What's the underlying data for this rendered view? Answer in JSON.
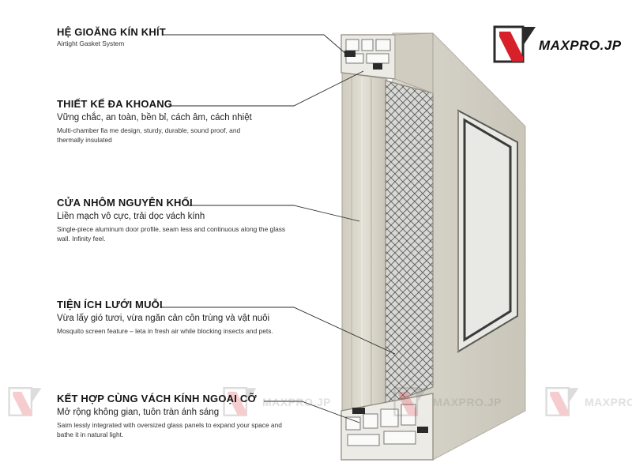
{
  "brand": {
    "name": "MAXPRO.JP",
    "accent_color": "#d8202a"
  },
  "watermarks": {
    "label": "MAXPRO.JP"
  },
  "features": [
    {
      "title": "HỆ GIOĂNG KÍN KHÍT",
      "subtitle": "",
      "description": "Airtight Gasket System"
    },
    {
      "title": "THIẾT KẾ ĐA KHOANG",
      "subtitle": "Vững chắc, an toàn, bền bỉ, cách âm, cách nhiệt",
      "description": "Multi-chamber fia me design, sturdy, durable, sound proof, and thermally insulated"
    },
    {
      "title": "CỬA NHÔM NGUYÊN KHỐI",
      "subtitle": "Liền mạch vô cực, trải dọc vách kính",
      "description": "Single-piece aluminum door profile, seam less and continuous along the glass wall. Infinity feel."
    },
    {
      "title": "TIỆN ÍCH LƯỚI MUỖI",
      "subtitle": "Vừa lấy gió tươi, vừa ngăn cản côn trùng và vật nuôi",
      "description": "Mosquito screen feature – leta in fresh air while blocking insects and pets."
    },
    {
      "title": "KẾT HỢP CÙNG VÁCH KÍNH NGOẠI CỠ",
      "subtitle": "Mở rộng không gian, tuôn tràn ánh sáng",
      "description": "Saim lessly integrated with oversized glass panels to expand your space and bathe it in natural light."
    }
  ]
}
